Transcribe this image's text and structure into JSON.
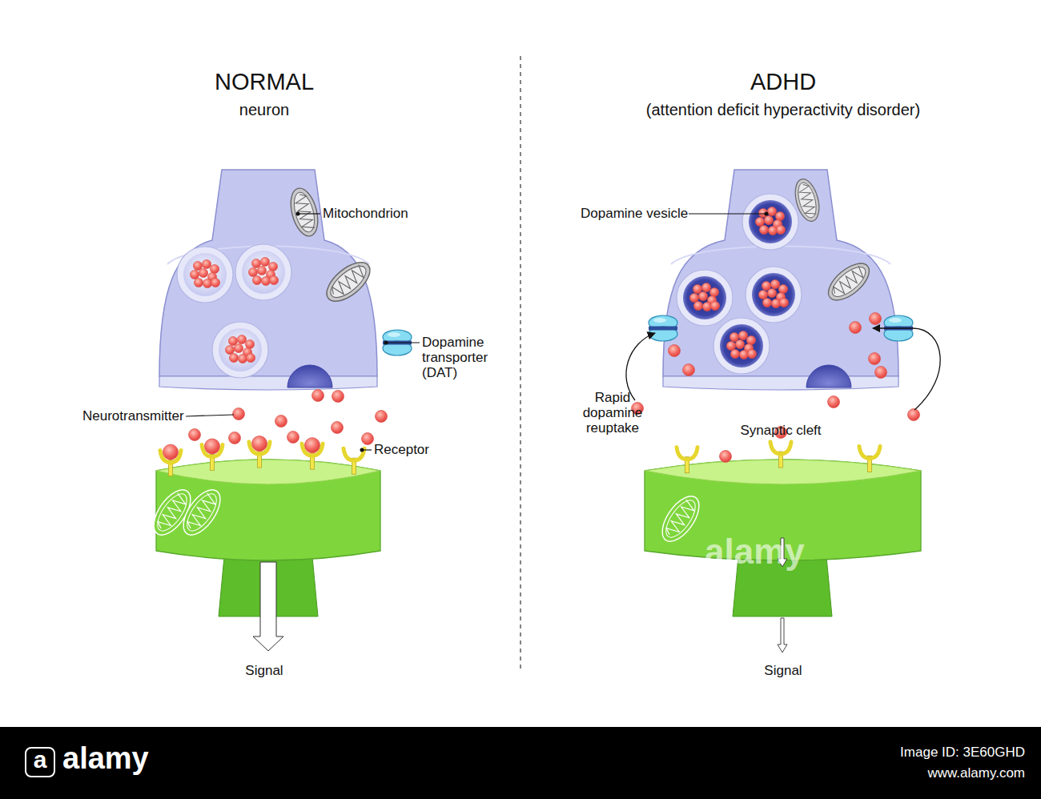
{
  "diagram": {
    "labels": [
      "NORMAL",
      "neuron",
      "Mitochondrion",
      "Dopamine transporter (DAT)",
      "Neurotransmitter",
      "Receptor",
      "Signal",
      "ADHD",
      "(attention deficit hyperactivity disorder)",
      "Dopamine vesicle",
      "Rapid dopamine reuptake",
      "Synaptic cleft",
      "Signal",
      "alamy",
      "a",
      "alamy",
      "Image ID: 3E60GHD",
      "www.alamy.com"
    ]
  }
}
